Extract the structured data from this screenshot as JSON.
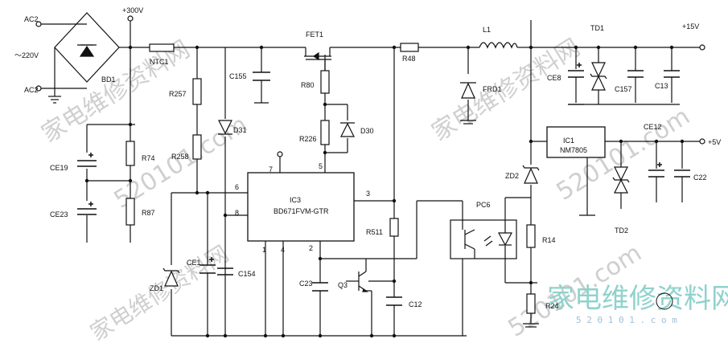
{
  "labels": {
    "ac2_top": "AC2",
    "ac2_bottom": "AC2",
    "mains": "～220V",
    "plus300": "+300V",
    "bd1": "BD1",
    "ntc1": "NTC1",
    "ce19": "CE19",
    "ce23": "CE23",
    "r74": "R74",
    "r87": "R87",
    "r257": "R257",
    "r258": "R258",
    "d31": "D31",
    "c155": "C155",
    "fet1": "FET1",
    "r80": "R80",
    "r226": "R226",
    "d30": "D30",
    "r48": "R48",
    "l1": "L1",
    "frd1": "FRD1",
    "td1": "TD1",
    "plus15": "+15V",
    "ce8": "CE8",
    "c157": "C157",
    "c13": "C13",
    "ic1_a": "IC1",
    "ic1_b": "NM7805",
    "ce12": "CE12",
    "plus5": "+5V",
    "zd2": "ZD2",
    "td2": "TD2",
    "c22": "C22",
    "ic3_a": "IC3",
    "ic3_b": "BD671FVM-GTR",
    "r511": "R511",
    "pc6": "PC6",
    "r14": "R14",
    "r24": "R24",
    "zd1": "ZD1",
    "ce1": "CE1",
    "c154": "C154",
    "c23": "C23",
    "q3": "Q3",
    "c12": "C12",
    "pin1": "1",
    "pin2": "2",
    "pin3": "3",
    "pin4": "4",
    "pin5": "5",
    "pin6": "6",
    "pin7": "7",
    "pin8": "8"
  },
  "watermark": {
    "text1": "家电维修资料网",
    "text2": "家电维修资料网",
    "text3": "家电维修资料网",
    "url1": "520101.com",
    "url2": "520101.com",
    "url3": "520101.com",
    "brand": "家电维修资料网",
    "brand_url": "5 2 0 1 0 1 . c o m"
  }
}
